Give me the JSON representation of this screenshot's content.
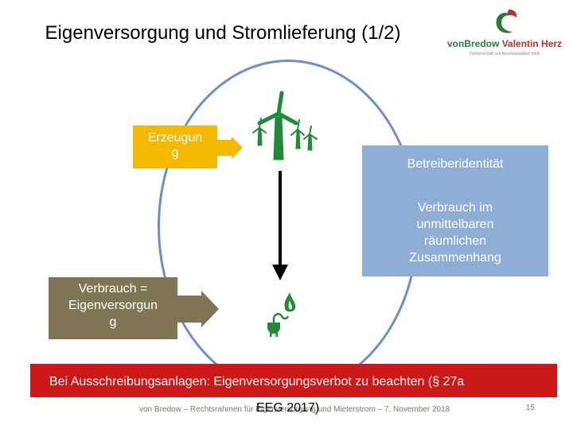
{
  "title": "Eigenversorgung und Stromlieferung (1/2)",
  "logo": {
    "name_part1": "vonBredow",
    "name_part2": "Valentin Herz",
    "subtitle": "Partnerschaft von Rechtsanwälten mbB"
  },
  "generation_label": "Erzeugun\ng",
  "consumption_label": "Verbrauch =\nEigenversorgun\ng",
  "blue_box": {
    "line1": "Betreiberidentität",
    "line2": "Verbrauch im unmittelbaren räumlichen Zusammenhang"
  },
  "red_bar_text": "Bei Ausschreibungsanlagen: Eigenversorgungsverbot zu beachten (§ 27a",
  "red_bar_overflow": "EEG 2017)",
  "footer": "von Bredow – Rechtsrahmen für Eigenversorgung und Mieterstrom – 7. November 2018",
  "page_number": "15",
  "colors": {
    "generation": "#f5b800",
    "consumption": "#7f7555",
    "blue_box": "#8eaed5",
    "red_bar": "#cc1818",
    "ring": "#6a8fc9",
    "icon_green": "#1f8a3a"
  },
  "icons": [
    "wind-turbines-icon",
    "plug-flame-icon",
    "down-arrow-icon",
    "right-arrow-icon"
  ]
}
